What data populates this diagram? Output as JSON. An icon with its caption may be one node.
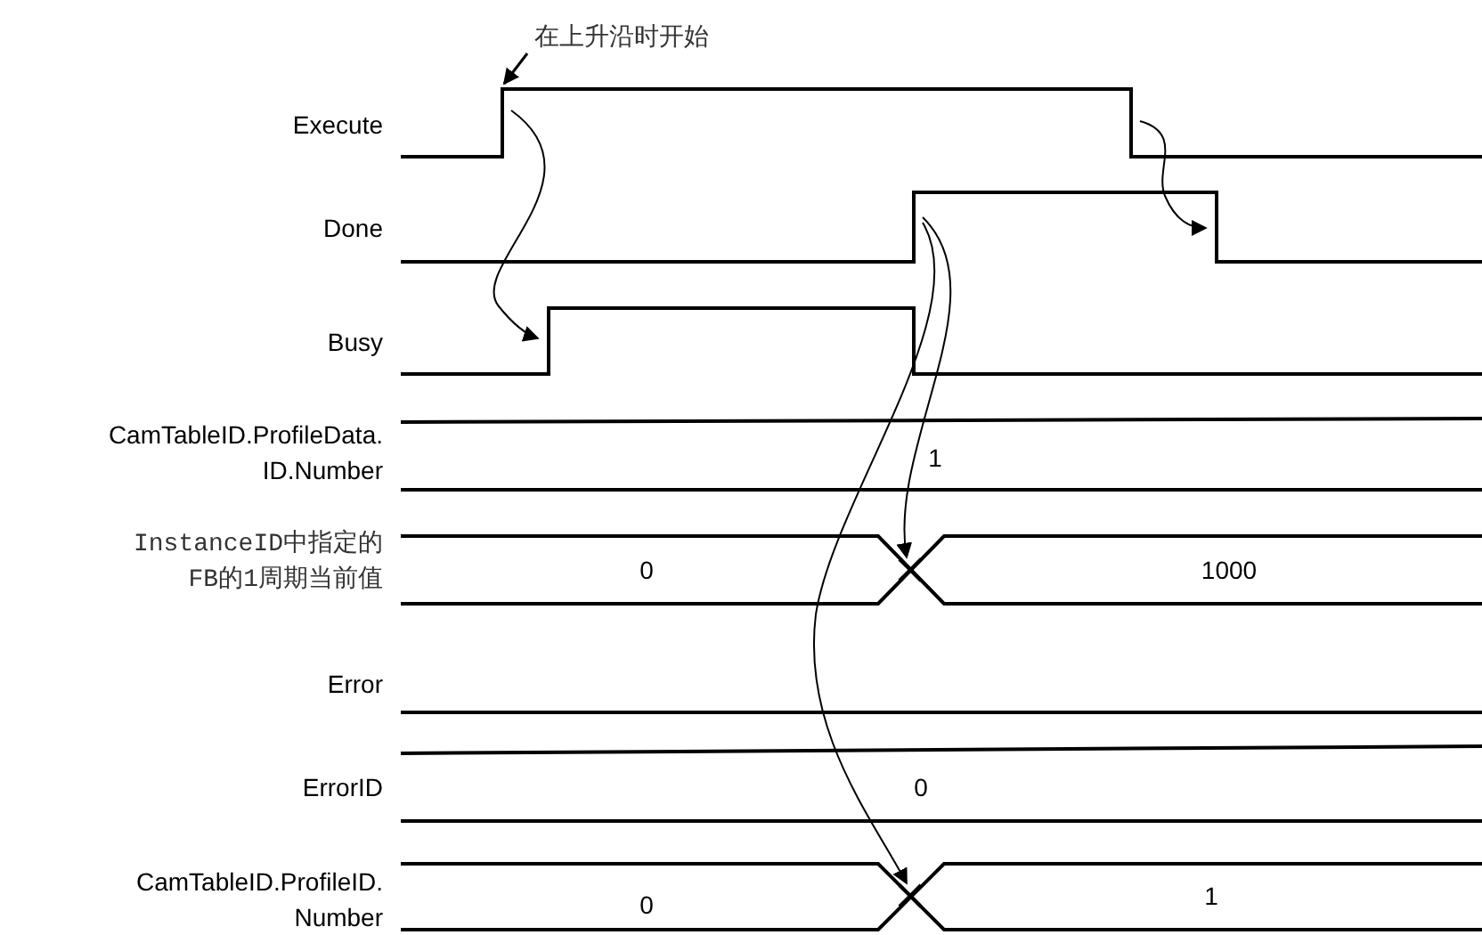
{
  "diagram": {
    "nodes": [
      {
        "text": [
          "在上升沿时开始"
        ]
      },
      {
        "text": [],
        "shape": "line"
      },
      {
        "text": [],
        "shape": "line"
      },
      {
        "text": [],
        "shape": "line"
      },
      {
        "text": [],
        "shape": "line"
      },
      {
        "text": [],
        "shape": "line"
      },
      {
        "text": [],
        "shape": "cross"
      },
      {
        "text": [],
        "shape": "cross"
      }
    ],
    "edges": [
      {
        "from": 0,
        "to": 1,
        "arrow": "to"
      },
      {
        "from": 1,
        "to": 5,
        "arrow": "to"
      },
      {
        "from": 2,
        "to": 4,
        "arrow": "to"
      },
      {
        "from": 3,
        "to": 6,
        "arrow": "to"
      },
      {
        "from": 3,
        "to": 7,
        "arrow": "to"
      }
    ],
    "labels": [
      "Execute",
      "Done",
      "Busy",
      "CamTableID.ProfileData. ID.Number",
      "1",
      "InstanceID中指定的FB的1周期当前值",
      "0",
      "1000",
      "Error",
      "ErrorID",
      "0",
      "CamTableID.ProfileID. Number",
      "0",
      "1"
    ]
  }
}
